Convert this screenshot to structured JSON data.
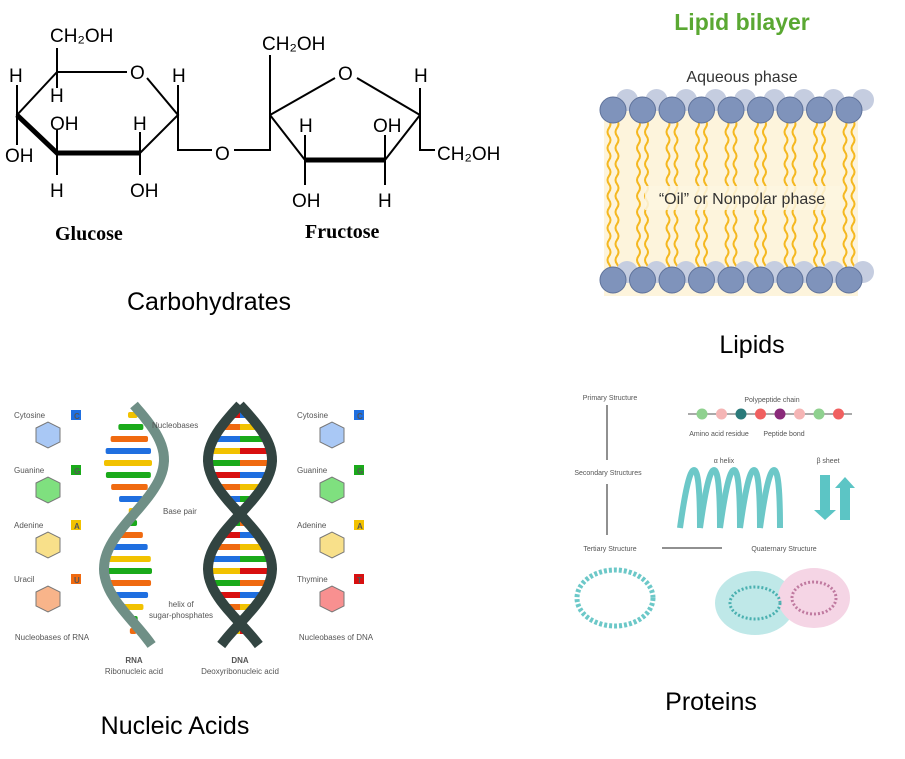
{
  "captions": {
    "carbohydrates": "Carbohydrates",
    "lipids": "Lipids",
    "nucleic_acids": "Nucleic Acids",
    "proteins": "Proteins"
  },
  "carbohydrate": {
    "glucose_name": "Glucose",
    "fructose_name": "Fructose",
    "glucose_atoms": [
      "CH₂OH",
      "H",
      "H",
      "O",
      "H",
      "OH",
      "H",
      "OH",
      "H",
      "OH"
    ],
    "link_oxygen": "O",
    "fructose_atoms": [
      "CH₂OH",
      "O",
      "H",
      "H",
      "OH",
      "CH₂OH",
      "OH",
      "H"
    ]
  },
  "lipid": {
    "title": "Lipid bilayer",
    "aqueous": "Aqueous phase",
    "nonpolar": "“Oil” or Nonpolar phase",
    "title_color": "#5aa832"
  },
  "nucleic": {
    "rna_bases": [
      {
        "name": "Cytosine",
        "letter": "C",
        "color": "#1f6fe0"
      },
      {
        "name": "Guanine",
        "letter": "G",
        "color": "#1aaa1a"
      },
      {
        "name": "Adenine",
        "letter": "A",
        "color": "#f2c200"
      },
      {
        "name": "Uracil",
        "letter": "U",
        "color": "#f06a10"
      }
    ],
    "dna_bases": [
      {
        "name": "Cytosine",
        "letter": "C",
        "color": "#1f6fe0"
      },
      {
        "name": "Guanine",
        "letter": "G",
        "color": "#1aaa1a"
      },
      {
        "name": "Adenine",
        "letter": "A",
        "color": "#f2c200"
      },
      {
        "name": "Thymine",
        "letter": "T",
        "color": "#d81010"
      }
    ],
    "rna_footer": "Nucleobases of RNA",
    "dna_footer": "Nucleobases of DNA",
    "nucleobases_label": "Nucleobases",
    "base_pair_label": "Base pair",
    "helix_label_1": "helix of",
    "helix_label_2": "sugar-phosphates",
    "rna_title": "RNA",
    "rna_sub": "Ribonucleic acid",
    "dna_title": "DNA",
    "dna_sub": "Deoxyribonucleic acid"
  },
  "protein": {
    "primary": "Primary Structure",
    "secondary": "Secondary Structures",
    "tertiary": "Tertiary Structure",
    "quaternary": "Quaternary Structure",
    "chain": "Polypeptide chain",
    "residue": "Amino acid residue",
    "bond": "Peptide bond",
    "alpha": "α helix",
    "beta": "β sheet"
  }
}
